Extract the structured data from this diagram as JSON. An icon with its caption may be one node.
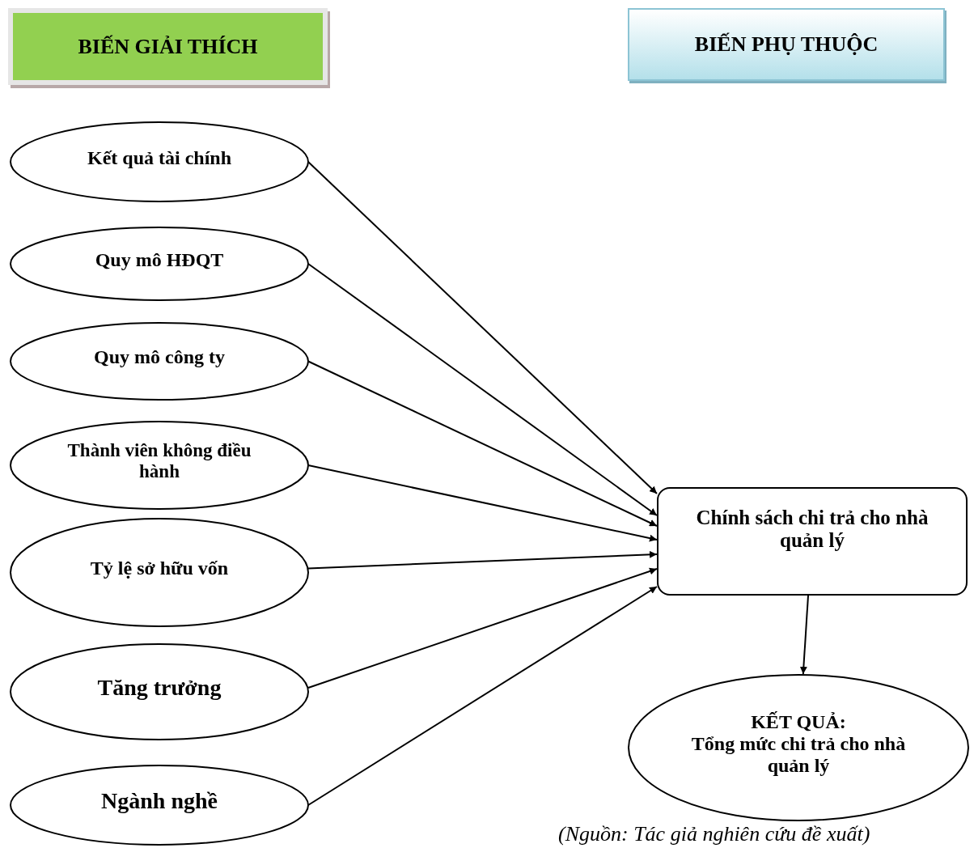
{
  "diagram": {
    "caption": "(Nguồn: Tác giả nghiên cứu đề xuất)",
    "nodes": [
      {
        "text": [
          "BIẾN GIẢI THÍCH"
        ]
      },
      {
        "text": [
          "BIẾN PHỤ THUỘC"
        ]
      },
      {
        "text": [
          "Kết quả tài chính"
        ]
      },
      {
        "text": [
          "Quy mô HĐQT"
        ]
      },
      {
        "text": [
          "Quy mô công ty"
        ]
      },
      {
        "text": [
          "Thành viên không điều hành"
        ]
      },
      {
        "text": [
          "Tỷ lệ sở hữu vốn"
        ]
      },
      {
        "text": [
          "Tăng trưởng"
        ]
      },
      {
        "text": [
          "Ngành nghề"
        ]
      },
      {
        "text": [
          "Chính sách chi trả cho nhà quản lý"
        ]
      },
      {
        "text": [
          "KẾT QUẢ:",
          "Tổng mức chi trả cho nhà quản lý"
        ]
      }
    ],
    "edges": [
      {
        "from": 2,
        "to": 9,
        "arrow": "to"
      },
      {
        "from": 3,
        "to": 9,
        "arrow": "to"
      },
      {
        "from": 4,
        "to": 9,
        "arrow": "to"
      },
      {
        "from": 5,
        "to": 9,
        "arrow": "to"
      },
      {
        "from": 6,
        "to": 9,
        "arrow": "to"
      },
      {
        "from": 7,
        "to": 9,
        "arrow": "to"
      },
      {
        "from": 8,
        "to": 9,
        "arrow": "to"
      },
      {
        "from": 9,
        "to": 10,
        "arrow": "to"
      }
    ]
  }
}
